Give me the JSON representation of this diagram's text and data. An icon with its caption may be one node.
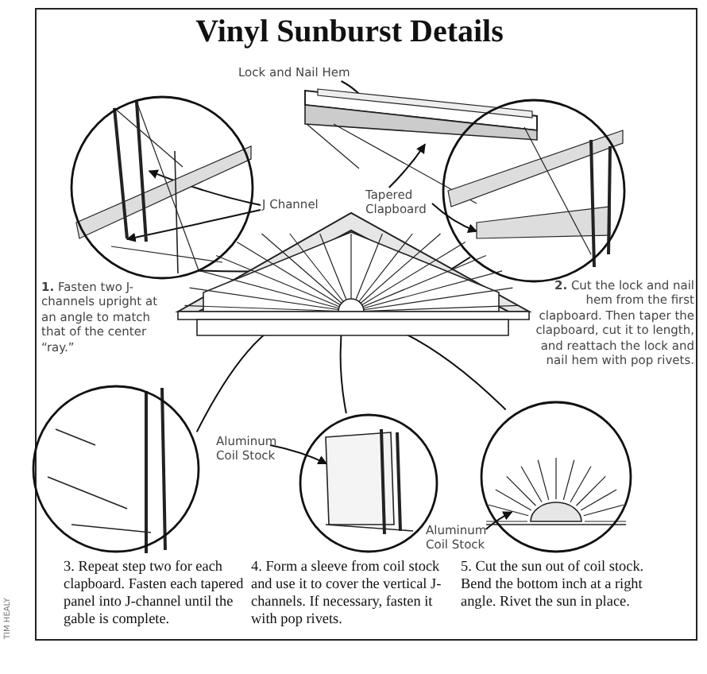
{
  "diagram": {
    "title": "Vinyl Sunburst Details",
    "nodes": [
      {
        "text": [
          "Lock and Nail Hem"
        ]
      },
      {
        "text": [],
        "shape": "picture"
      },
      {
        "text": [],
        "shape": "picture",
        "beside": [
          "**1.** Fasten two J-channels upright at an angle to match that of the center “ray.”"
        ]
      },
      {
        "text": [],
        "shape": "picture",
        "beside": [
          "**2.** Cut the lock and nail hem from the first clapboard. Then taper the clapboard, cut it to length, and reattach the lock and nail hem with pop rivets."
        ]
      },
      {
        "text": [
          "J Channel"
        ]
      },
      {
        "text": [
          "Tapered Clapboard"
        ]
      },
      {
        "text": [],
        "shape": "picture"
      },
      {
        "text": [],
        "shape": "picture",
        "beside": [
          "3. Repeat step two for each clapboard. Fasten each tapered panel into J-channel until the gable is complete."
        ]
      },
      {
        "text": [
          "Aluminum Coil Stock"
        ]
      },
      {
        "text": [],
        "shape": "picture",
        "beside": [
          "4. Form a sleeve from coil stock and use it to cover the vertical J-channels. If necessary, fasten it with pop rivets."
        ]
      },
      {
        "text": [],
        "shape": "picture",
        "beside": [
          "5. Cut the sun out of coil stock. Bend the bottom inch at a right angle. Rivet the sun in place."
        ]
      },
      {
        "text": [
          "Aluminum Coil Stock"
        ]
      }
    ],
    "edges": [
      {
        "from": 0,
        "to": 1,
        "arrow": "to"
      },
      {
        "from": 4,
        "to": 2,
        "arrow": "to"
      },
      {
        "from": 4,
        "to": 2,
        "arrow": "to"
      },
      {
        "from": 5,
        "to": 1,
        "arrow": "to"
      },
      {
        "from": 5,
        "to": 3,
        "arrow": "to"
      },
      {
        "from": 2,
        "to": 6,
        "arrow": "to"
      },
      {
        "from": 3,
        "to": 6,
        "arrow": "to"
      },
      {
        "from": 7,
        "to": 6,
        "arrow": "to"
      },
      {
        "from": 9,
        "to": 6,
        "arrow": "to"
      },
      {
        "from": 10,
        "to": 6,
        "arrow": "to"
      },
      {
        "from": 8,
        "to": 9,
        "arrow": "to"
      },
      {
        "from": 11,
        "to": 10,
        "arrow": "to"
      }
    ],
    "labels": [
      "TIM HEALY"
    ]
  }
}
